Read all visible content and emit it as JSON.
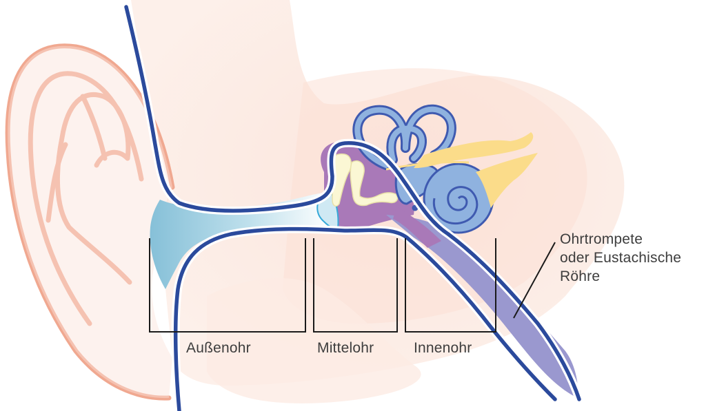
{
  "labels": {
    "outer_ear": "Außenohr",
    "middle_ear": "Mittelohr",
    "inner_ear": "Innenohr",
    "eustachian_tube": [
      "Ohrtrompete",
      "oder Eustachische",
      "Röhre"
    ]
  },
  "colors": {
    "skin": "#f9dcd2",
    "skin_outline": "#f0a890",
    "canal_fill": "#a9d3e4",
    "wall_outline": "#2b4a9c",
    "middle_ear_fill": "#a979b8",
    "tube_fill": "#9a98cf",
    "ossicles": "#fbf7d4",
    "inner_ear": "#8fb2df",
    "nerve": "#fbdc8a",
    "label_text": "#3d3d3d"
  }
}
